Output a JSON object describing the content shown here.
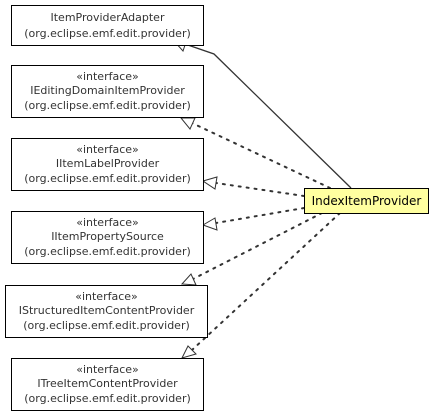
{
  "classes": [
    {
      "id": "ItemProviderAdapter",
      "stereotype": "",
      "name": "ItemProviderAdapter",
      "package": "(org.eclipse.emf.edit.provider)"
    },
    {
      "id": "IEditingDomainItemProvider",
      "stereotype": "«interface»",
      "name": "IEditingDomainItemProvider",
      "package": "(org.eclipse.emf.edit.provider)"
    },
    {
      "id": "IItemLabelProvider",
      "stereotype": "«interface»",
      "name": "IItemLabelProvider",
      "package": "(org.eclipse.emf.edit.provider)"
    },
    {
      "id": "IItemPropertySource",
      "stereotype": "«interface»",
      "name": "IItemPropertySource",
      "package": "(org.eclipse.emf.edit.provider)"
    },
    {
      "id": "IStructuredItemContentProvider",
      "stereotype": "«interface»",
      "name": "IStructuredItemContentProvider",
      "package": "(org.eclipse.emf.edit.provider)"
    },
    {
      "id": "ITreeItemContentProvider",
      "stereotype": "«interface»",
      "name": "ITreeItemContentProvider",
      "package": "(org.eclipse.emf.edit.provider)"
    }
  ],
  "focus": {
    "name": "IndexItemProvider",
    "highlight_color": "#ffffa0"
  },
  "relations": [
    {
      "from": "IndexItemProvider",
      "to": "ItemProviderAdapter",
      "kind": "extends"
    },
    {
      "from": "IndexItemProvider",
      "to": "IEditingDomainItemProvider",
      "kind": "implements"
    },
    {
      "from": "IndexItemProvider",
      "to": "IItemLabelProvider",
      "kind": "implements"
    },
    {
      "from": "IndexItemProvider",
      "to": "IItemPropertySource",
      "kind": "implements"
    },
    {
      "from": "IndexItemProvider",
      "to": "IStructuredItemContentProvider",
      "kind": "implements"
    },
    {
      "from": "IndexItemProvider",
      "to": "ITreeItemContentProvider",
      "kind": "implements"
    }
  ]
}
